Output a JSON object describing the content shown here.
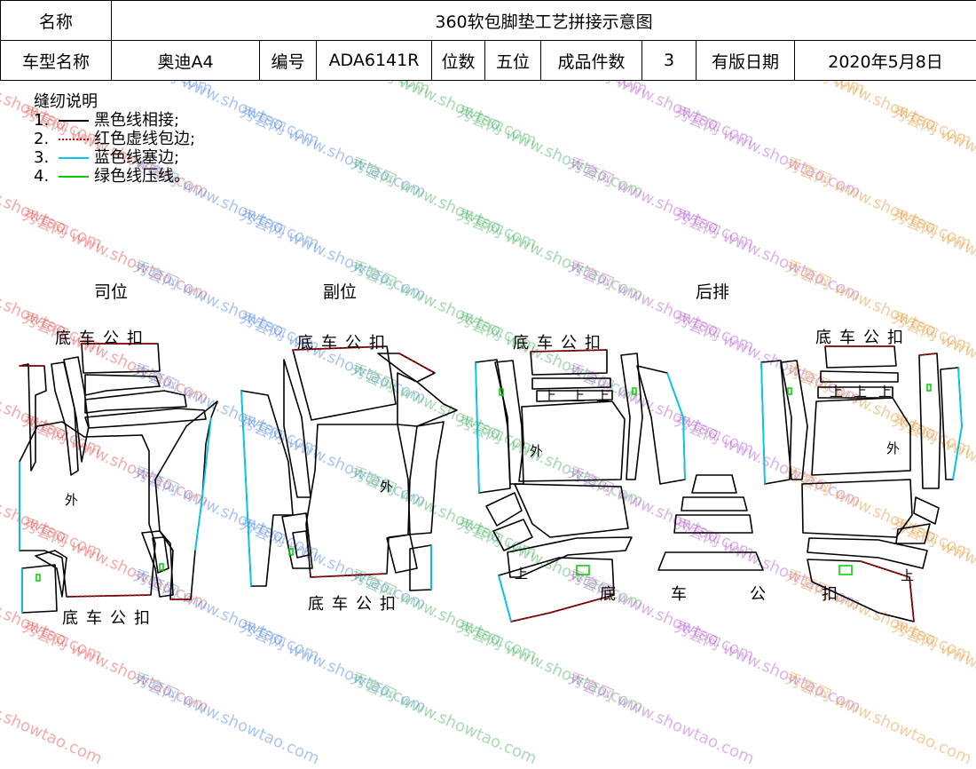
{
  "header": {
    "name_label": "名称",
    "title": "360软包脚垫工艺拼接示意图",
    "model_label": "车型名称",
    "model_value": "奥迪A4",
    "code_label": "编号",
    "code_value": "ADA6141R",
    "seats_label": "位数",
    "seats_value": "五位",
    "pieces_label": "成品件数",
    "pieces_value": "3",
    "date_label": "有版日期",
    "date_value": "2020年5月8日"
  },
  "legend": {
    "title": "缝纫说明",
    "items": [
      {
        "num": "1.",
        "text": "黑色线相接;",
        "color": "#000000",
        "style": "solid"
      },
      {
        "num": "2.",
        "text": "红色虚线包边;",
        "color": "#d40000",
        "style": "dotted"
      },
      {
        "num": "3.",
        "text": "蓝色线塞边;",
        "color": "#00c8e6",
        "style": "solid"
      },
      {
        "num": "4.",
        "text": "绿色线压线。",
        "color": "#00cc00",
        "style": "solid"
      }
    ]
  },
  "sections": {
    "driver": "司位",
    "passenger": "副位",
    "rear": "后排"
  },
  "labels": {
    "buckle": "底车公扣",
    "outside": "外",
    "up": "上",
    "rear_bottom": [
      "底",
      "车",
      "公",
      "扣"
    ]
  },
  "watermark": {
    "brand": "秀套网",
    "url": "www.showtao.com"
  },
  "colors": {
    "black_line": "#000000",
    "red_dotted": "#d40000",
    "blue_line": "#00c8e6",
    "green_line": "#00cc00"
  }
}
